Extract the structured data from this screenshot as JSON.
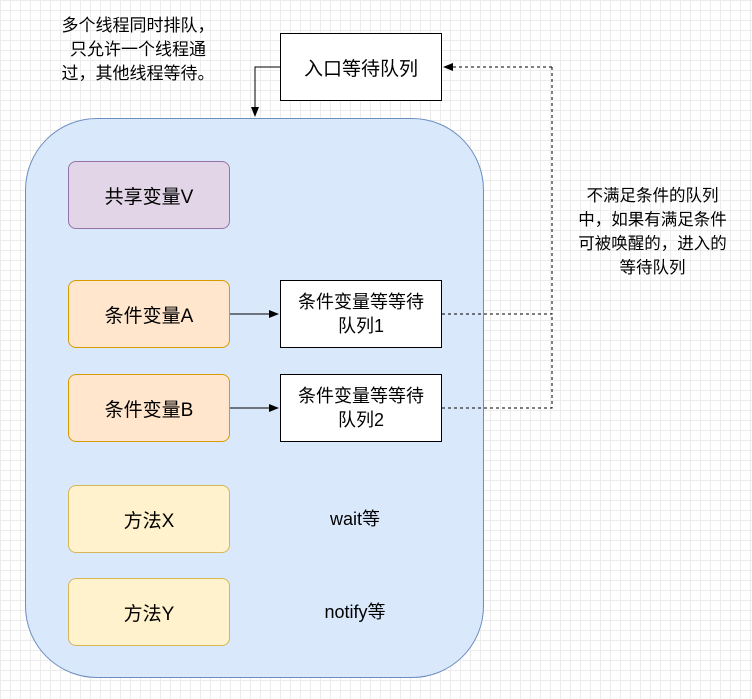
{
  "note_top": [
    "多个线程同时排队，",
    "只允许一个线程通",
    "过，其他线程等待。"
  ],
  "entry_queue": "入口等待队列",
  "shared_var": "共享变量V",
  "cond_a": "条件变量A",
  "cond_b": "条件变量B",
  "cond_queue_1": [
    "条件变量等等待",
    "队列1"
  ],
  "cond_queue_2": [
    "条件变量等等待",
    "队列2"
  ],
  "method_x": "方法X",
  "method_y": "方法Y",
  "wait_label": "wait等",
  "notify_label": "notify等",
  "note_right": [
    "不满足条件的队列",
    "中，如果有满足条件",
    "可被唤醒的，进入的",
    "等待队列"
  ],
  "colors": {
    "container_fill": "#dae8fc",
    "container_stroke": "#6c8ebf",
    "shared_fill": "#e1d5e7",
    "shared_stroke": "#9673a6",
    "cond_fill": "#ffe6cc",
    "cond_stroke": "#d79b00",
    "method_fill": "#fff2cc",
    "method_stroke": "#d6b656"
  }
}
